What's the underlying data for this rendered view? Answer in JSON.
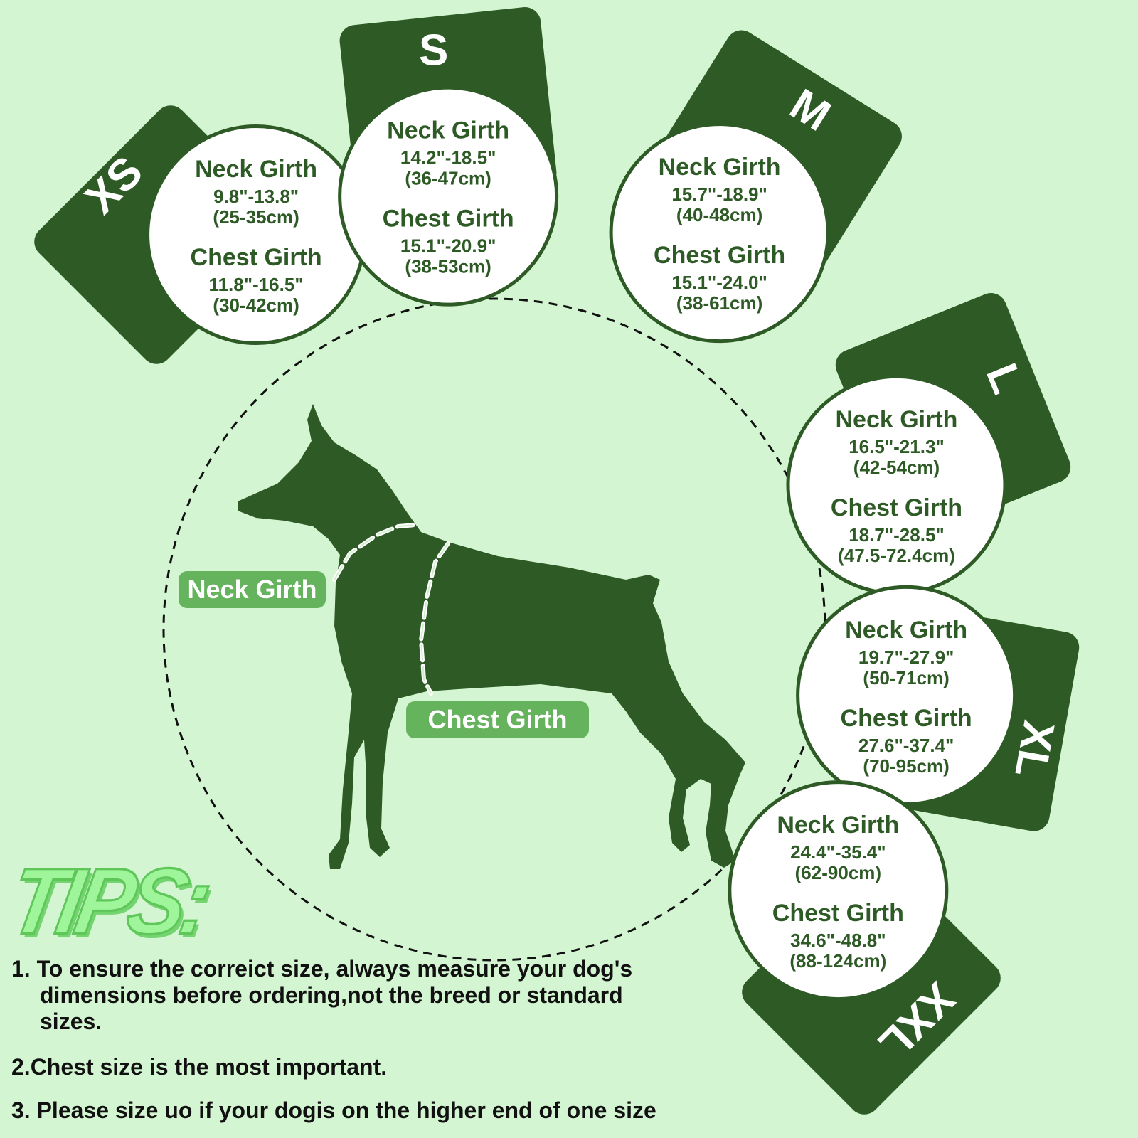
{
  "colors": {
    "background": "#d3f5d1",
    "dark_green": "#2d5a25",
    "label_green": "#66b35e",
    "tips_green": "#9ef59a"
  },
  "sizes": [
    {
      "size": "XS",
      "neck_label": "Neck Girth",
      "neck_in": "9.8\"-13.8\"",
      "neck_cm": "(25-35cm)",
      "chest_label": "Chest Girth",
      "chest_in": "11.8\"-16.5\"",
      "chest_cm": "(30-42cm)"
    },
    {
      "size": "S",
      "neck_label": "Neck Girth",
      "neck_in": "14.2\"-18.5\"",
      "neck_cm": "(36-47cm)",
      "chest_label": "Chest Girth",
      "chest_in": "15.1\"-20.9\"",
      "chest_cm": "(38-53cm)"
    },
    {
      "size": "M",
      "neck_label": "Neck Girth",
      "neck_in": "15.7\"-18.9\"",
      "neck_cm": "(40-48cm)",
      "chest_label": "Chest Girth",
      "chest_in": "15.1\"-24.0\"",
      "chest_cm": "(38-61cm)"
    },
    {
      "size": "L",
      "neck_label": "Neck Girth",
      "neck_in": "16.5\"-21.3\"",
      "neck_cm": "(42-54cm)",
      "chest_label": "Chest Girth",
      "chest_in": "18.7\"-28.5\"",
      "chest_cm": "(47.5-72.4cm)"
    },
    {
      "size": "XL",
      "neck_label": "Neck Girth",
      "neck_in": "19.7\"-27.9\"",
      "neck_cm": "(50-71cm)",
      "chest_label": "Chest Girth",
      "chest_in": "27.6\"-37.4\"",
      "chest_cm": "(70-95cm)"
    },
    {
      "size": "XXL",
      "neck_label": "Neck Girth",
      "neck_in": "24.4\"-35.4\"",
      "neck_cm": "(62-90cm)",
      "chest_label": "Chest Girth",
      "chest_in": "34.6\"-48.8\"",
      "chest_cm": "(88-124cm)"
    }
  ],
  "dog_labels": {
    "neck": "Neck Girth",
    "chest": "Chest Girth"
  },
  "tips": {
    "heading": "TIPS:",
    "tip1_line1": "1. To ensure the correict size, always measure your dog's",
    "tip1_line2": "dimensions before ordering,not the breed or standard",
    "tip1_line3": "sizes.",
    "tip2": "2.Chest size is the most important.",
    "tip3": "3. Please size uo if your dogis on the higher end of one size"
  }
}
